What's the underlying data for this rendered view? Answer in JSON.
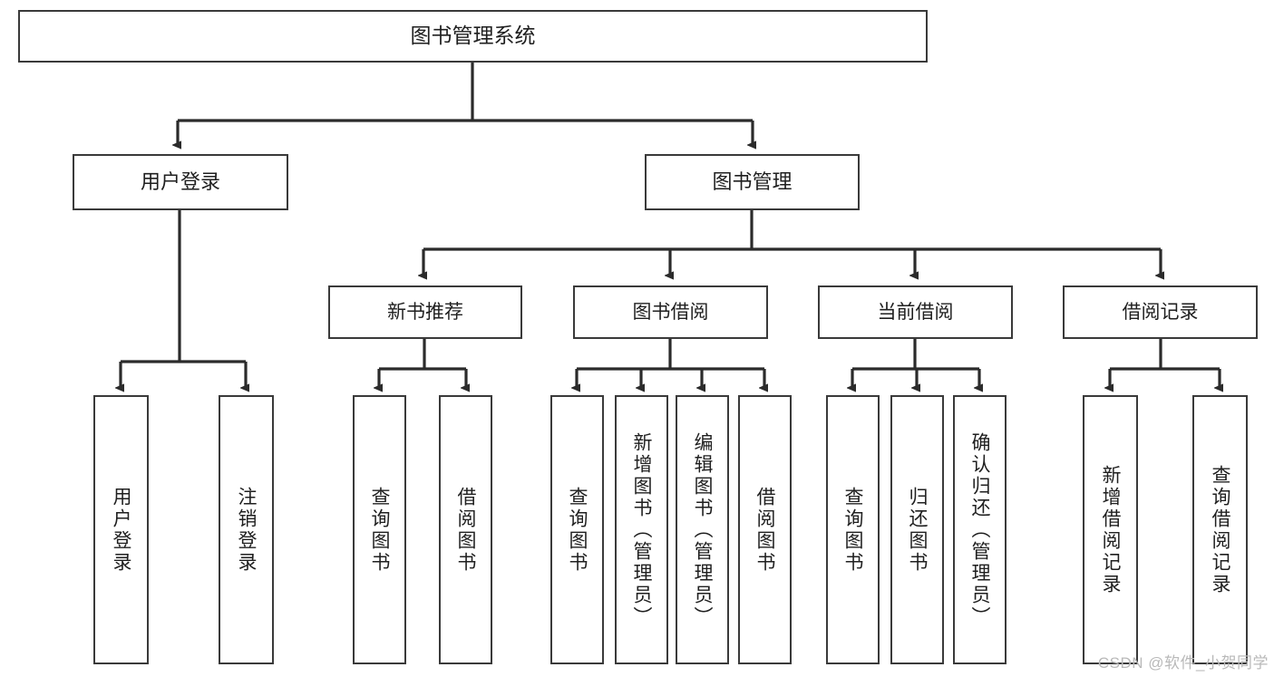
{
  "diagram": {
    "title": "图书管理系统",
    "watermark": "CSDN @软件_小贺同学",
    "colors": {
      "box_border": "#3a3a3a",
      "connector": "#2b2b2b",
      "background": "#ffffff",
      "text": "#1f1f1f",
      "watermark": "#b9b9b9"
    },
    "levels": {
      "root": {
        "label": "图书管理系统"
      },
      "level1": [
        {
          "label": "用户登录"
        },
        {
          "label": "图书管理"
        }
      ],
      "level2": [
        {
          "label": "新书推荐"
        },
        {
          "label": "图书借阅"
        },
        {
          "label": "当前借阅"
        },
        {
          "label": "借阅记录"
        }
      ],
      "leaves": [
        {
          "label": "用户登录",
          "parent": "用户登录"
        },
        {
          "label": "注销登录",
          "parent": "用户登录"
        },
        {
          "label": "查询图书",
          "parent": "新书推荐"
        },
        {
          "label": "借阅图书",
          "parent": "新书推荐"
        },
        {
          "label": "查询图书",
          "parent": "图书借阅"
        },
        {
          "label": "新增图书（管理员）",
          "parent": "图书借阅"
        },
        {
          "label": "编辑图书（管理员）",
          "parent": "图书借阅"
        },
        {
          "label": "借阅图书",
          "parent": "图书借阅"
        },
        {
          "label": "查询图书",
          "parent": "当前借阅"
        },
        {
          "label": "归还图书",
          "parent": "当前借阅"
        },
        {
          "label": "确认归还（管理员）",
          "parent": "当前借阅"
        },
        {
          "label": "新增借阅记录",
          "parent": "借阅记录"
        },
        {
          "label": "查询借阅记录",
          "parent": "借阅记录"
        }
      ]
    }
  }
}
